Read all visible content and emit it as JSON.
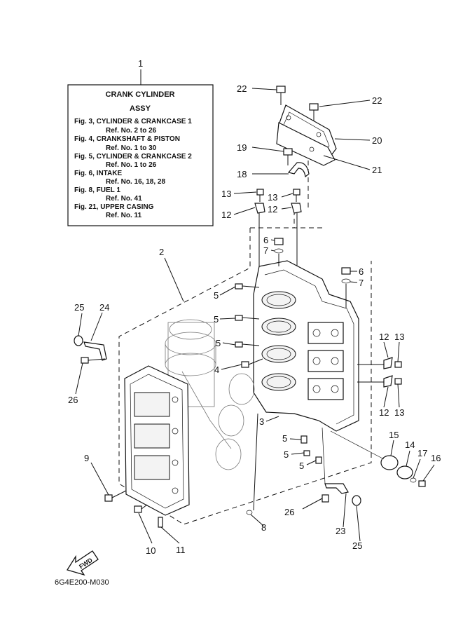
{
  "reference_box": {
    "number": "1",
    "title_line1": "CRANK  CYLINDER",
    "title_line2": "ASSY",
    "lines": [
      "Fig. 3, CYLINDER & CRANKCASE 1",
      "Ref. No. 2 to 26",
      "Fig. 4, CRANKSHAFT & PISTON",
      "Ref. No. 1 to 30",
      "Fig. 5, CYLINDER & CRANKCASE 2",
      "Ref. No. 1 to 26",
      "Fig. 6, INTAKE",
      "Ref. No. 16, 18, 28",
      "Fig. 8, FUEL 1",
      "Ref. No. 41",
      "Fig. 21, UPPER CASING",
      "Ref. No. 11"
    ]
  },
  "callouts": [
    {
      "id": "c22a",
      "label": "22"
    },
    {
      "id": "c22b",
      "label": "22"
    },
    {
      "id": "c20",
      "label": "20"
    },
    {
      "id": "c19",
      "label": "19"
    },
    {
      "id": "c21",
      "label": "21"
    },
    {
      "id": "c18",
      "label": "18"
    },
    {
      "id": "c13a",
      "label": "13"
    },
    {
      "id": "c13b",
      "label": "13"
    },
    {
      "id": "c12a",
      "label": "12"
    },
    {
      "id": "c12b",
      "label": "12"
    },
    {
      "id": "c6a",
      "label": "6"
    },
    {
      "id": "c7a",
      "label": "7"
    },
    {
      "id": "c6b",
      "label": "6"
    },
    {
      "id": "c7b",
      "label": "7"
    },
    {
      "id": "c2",
      "label": "2"
    },
    {
      "id": "c5a",
      "label": "5"
    },
    {
      "id": "c5b",
      "label": "5"
    },
    {
      "id": "c5c",
      "label": "5"
    },
    {
      "id": "c25a",
      "label": "25"
    },
    {
      "id": "c24",
      "label": "24"
    },
    {
      "id": "c4",
      "label": "4"
    },
    {
      "id": "c12c",
      "label": "12"
    },
    {
      "id": "c13c",
      "label": "13"
    },
    {
      "id": "c12d",
      "label": "12"
    },
    {
      "id": "c13d",
      "label": "13"
    },
    {
      "id": "c26a",
      "label": "26"
    },
    {
      "id": "c3",
      "label": "3"
    },
    {
      "id": "c15",
      "label": "15"
    },
    {
      "id": "c14",
      "label": "14"
    },
    {
      "id": "c17",
      "label": "17"
    },
    {
      "id": "c16",
      "label": "16"
    },
    {
      "id": "c9",
      "label": "9"
    },
    {
      "id": "c5d",
      "label": "5"
    },
    {
      "id": "c5e",
      "label": "5"
    },
    {
      "id": "c5f",
      "label": "5"
    },
    {
      "id": "c26b",
      "label": "26"
    },
    {
      "id": "c8",
      "label": "8"
    },
    {
      "id": "c23",
      "label": "23"
    },
    {
      "id": "c25b",
      "label": "25"
    },
    {
      "id": "c10",
      "label": "10"
    },
    {
      "id": "c11",
      "label": "11"
    }
  ],
  "fwd_label": "FWD",
  "diagram_code": "6G4E200-M030"
}
